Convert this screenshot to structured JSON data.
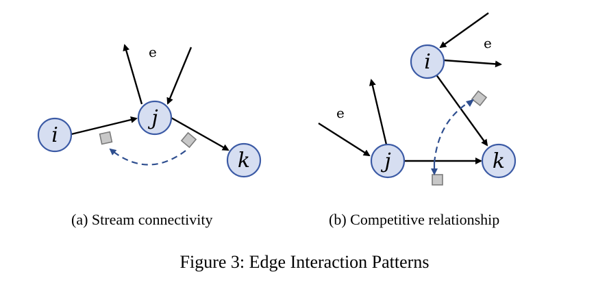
{
  "panel_a": {
    "caption": "(a) Stream connectivity",
    "nodes": {
      "i": "i",
      "j": "j",
      "k": "k"
    },
    "edge_label": "e"
  },
  "panel_b": {
    "caption": "(b) Competitive relationship",
    "nodes": {
      "i": "i",
      "j": "j",
      "k": "k"
    },
    "edge_label_1": "e",
    "edge_label_2": "e"
  },
  "figure_caption": "Figure 3: Edge Interaction Patterns",
  "colors": {
    "node_fill": "#d6def1",
    "node_stroke": "#3b5aa5",
    "interaction_arrow": "#2e4e8f",
    "token_fill": "#c8c8c8"
  }
}
